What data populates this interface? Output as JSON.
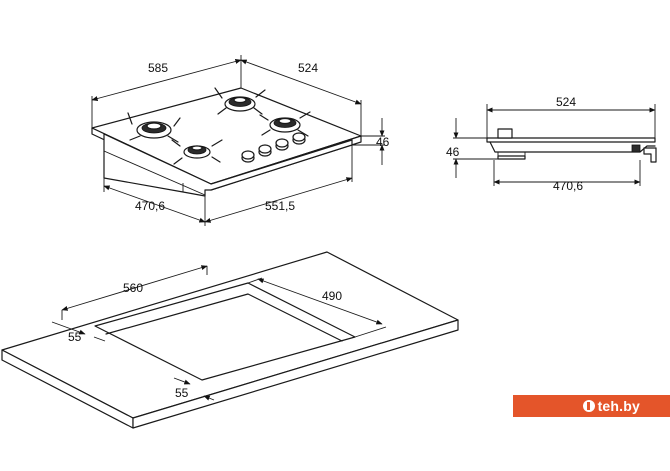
{
  "hob_dimensions": {
    "width": "585",
    "depth": "524",
    "height": "46",
    "front_depth": "470,6",
    "front_width": "551,5"
  },
  "side_view_dimensions": {
    "depth": "524",
    "height": "46",
    "base_depth": "470,6"
  },
  "cutout_dimensions": {
    "width": "560",
    "depth": "490",
    "margin_back": "55",
    "margin_front": "55"
  },
  "brand": {
    "text": "teh.by",
    "color": "#e4552a"
  },
  "icons": [
    "burner-icon",
    "knob-icon",
    "pan-support-icon"
  ]
}
